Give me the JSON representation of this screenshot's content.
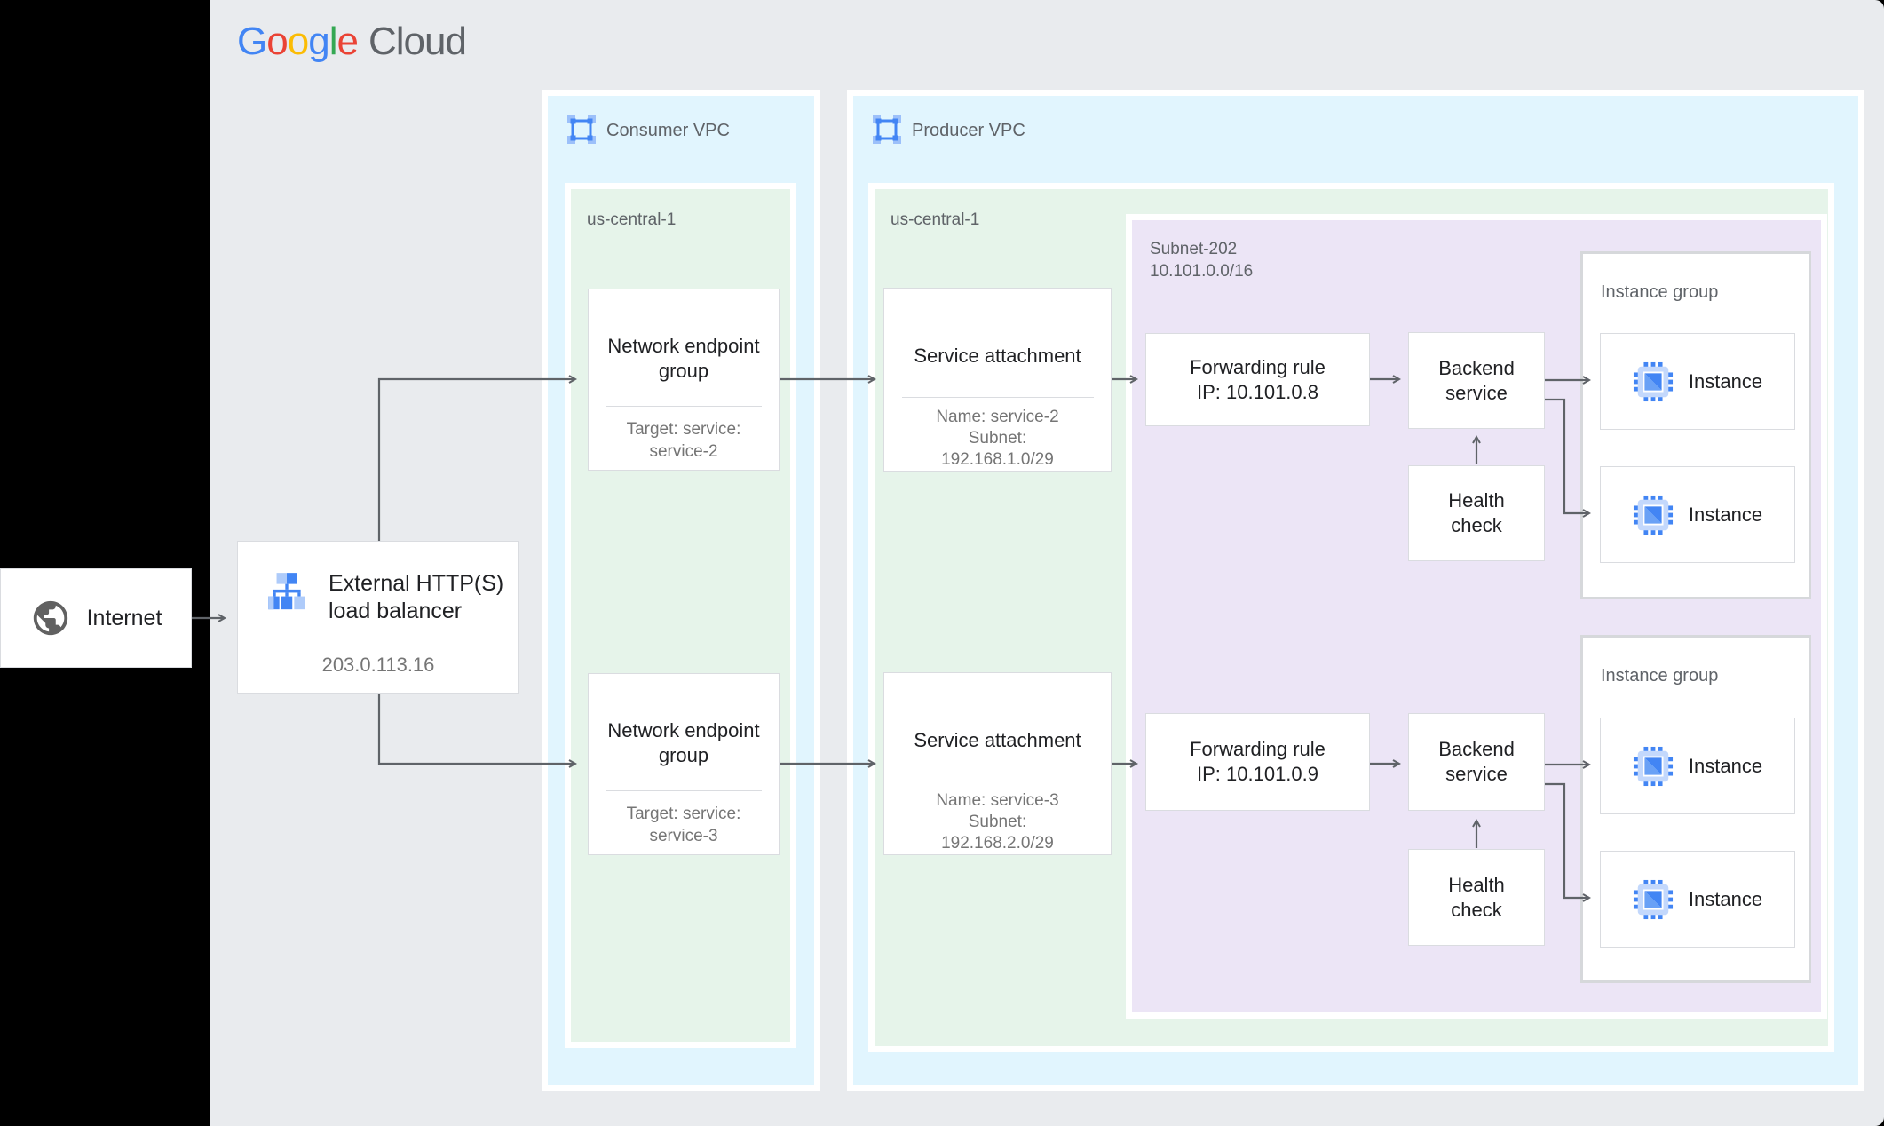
{
  "logo": {
    "letters": [
      {
        "ch": "G",
        "style": "color:#4285F4"
      },
      {
        "ch": "o",
        "style": "color:#EA4335"
      },
      {
        "ch": "o",
        "style": "color:#FBBC05"
      },
      {
        "ch": "g",
        "style": "color:#4285F4"
      },
      {
        "ch": "l",
        "style": "color:#34A853"
      },
      {
        "ch": "e",
        "style": "color:#EA4335"
      }
    ],
    "cloud": "Cloud"
  },
  "colors": {
    "canvas": "#e9ebee",
    "vpc_fill": "#e1f5fe",
    "region_fill": "#e6f4ea",
    "subnet_fill": "#ece5f6",
    "card_border": "#dadce0",
    "arrow": "#5f6368",
    "icon_blue": "#4285f4",
    "icon_light_blue": "#aecbfa"
  },
  "icons": {
    "internet": "globe-icon",
    "vpc": "vpc-icon",
    "load_balancer": "load-balancer-icon",
    "instance": "chip-icon"
  },
  "internet": {
    "label": "Internet"
  },
  "load_balancer": {
    "title": "External HTTP(S) load balancer",
    "ip": "203.0.113.16"
  },
  "consumer_vpc": {
    "label": "Consumer VPC",
    "region": "us-central-1"
  },
  "producer_vpc": {
    "label": "Producer VPC",
    "region": "us-central-1",
    "subnet": {
      "name": "Subnet-202",
      "cidr": "10.101.0.0/16"
    }
  },
  "rows": [
    {
      "neg": {
        "title": "Network endpoint group",
        "target_lines": [
          "Target: service:",
          "service-2"
        ]
      },
      "sa": {
        "title": "Service attachment",
        "lines": [
          "Name: service-2",
          "Subnet:",
          "192.168.1.0/29"
        ]
      },
      "fr": {
        "lines": [
          "Forwarding rule",
          "IP: 10.101.0.8"
        ]
      },
      "bs": {
        "lines": [
          "Backend",
          "service"
        ]
      },
      "hc": {
        "lines": [
          "Health",
          "check"
        ]
      },
      "ig": {
        "label": "Instance group",
        "instances": [
          "Instance",
          "Instance"
        ]
      }
    },
    {
      "neg": {
        "title": "Network endpoint group",
        "target_lines": [
          "Target: service:",
          "service-3"
        ]
      },
      "sa": {
        "title": "Service attachment",
        "lines": [
          "Name: service-3",
          "Subnet:",
          "192.168.2.0/29"
        ]
      },
      "fr": {
        "lines": [
          "Forwarding rule",
          "IP: 10.101.0.9"
        ]
      },
      "bs": {
        "lines": [
          "Backend",
          "service"
        ]
      },
      "hc": {
        "lines": [
          "Health",
          "check"
        ]
      },
      "ig": {
        "label": "Instance group",
        "instances": [
          "Instance",
          "Instance"
        ]
      }
    }
  ]
}
